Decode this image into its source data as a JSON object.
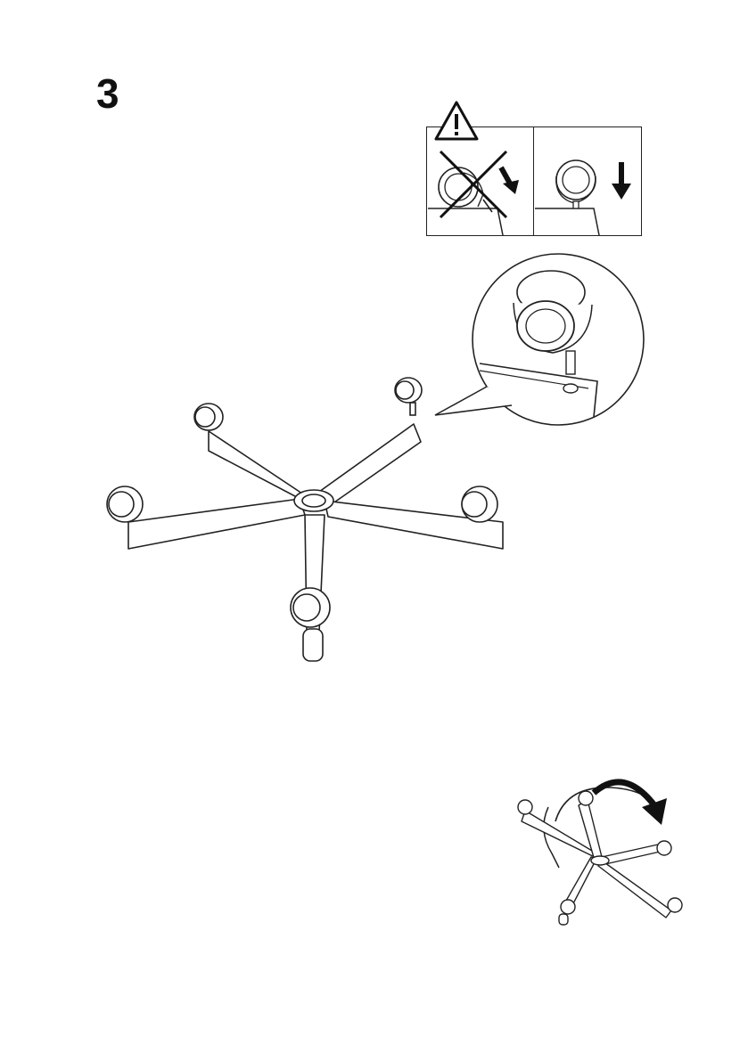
{
  "page": {
    "step_number": "3",
    "background": "#ffffff",
    "line_color": "#222222",
    "arrow_color": "#111111"
  },
  "warning_panel": {
    "warning_icon": "warning-triangle-icon",
    "wrong_state_icon": "cross-icon",
    "direction_icon": "arrow-down-icon"
  },
  "illustrations": {
    "main": "chair-base-with-five-casters",
    "detail": "caster-insertion-closeup",
    "flip": "rotate-arrow-icon"
  }
}
